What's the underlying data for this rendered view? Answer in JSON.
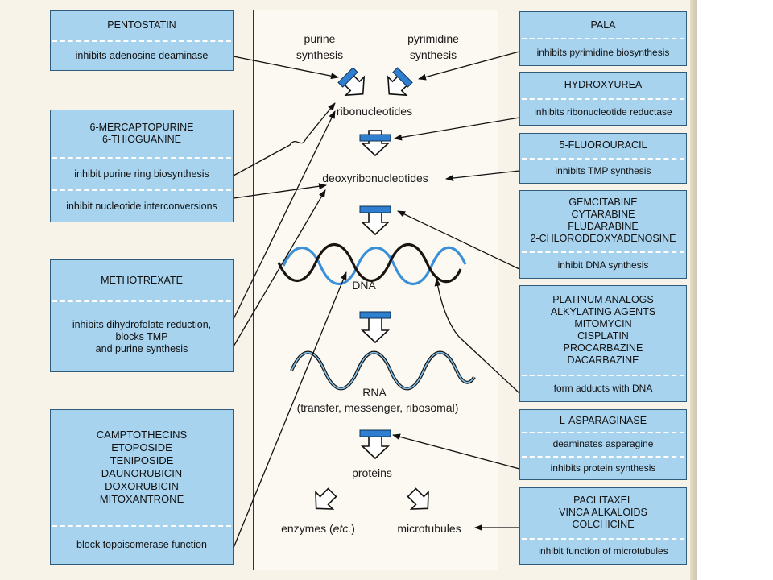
{
  "center_labels": {
    "purine": "purine\nsynthesis",
    "pyrimidine": "pyrimidine\nsynthesis",
    "ribonucleotides": "ribonucleotides",
    "deoxyribonucleotides": "deoxyribonucleotides",
    "dna": "DNA",
    "rna": "RNA",
    "rna_sub": "(transfer, messenger, ribosomal)",
    "proteins": "proteins",
    "enzymes": "enzymes (",
    "etc": "etc.",
    "enzymes_close": ")",
    "microtubules": "microtubules"
  },
  "boxes": {
    "pentostatin": {
      "drugs": [
        "PENTOSTATIN"
      ],
      "actions": [
        "inhibits adenosine deaminase"
      ]
    },
    "mercaptopurine": {
      "drugs": [
        "6-MERCAPTOPURINE",
        "6-THIOGUANINE"
      ],
      "actions": [
        "inhibit purine ring biosynthesis",
        "inhibit nucleotide interconversions"
      ]
    },
    "methotrexate": {
      "drugs": [
        "METHOTREXATE"
      ],
      "actions": [
        "inhibits dihydrofolate reduction,\nblocks TMP\nand purine synthesis"
      ]
    },
    "camptothecins": {
      "drugs": [
        "CAMPTOTHECINS",
        "ETOPOSIDE",
        "TENIPOSIDE",
        "DAUNORUBICIN",
        "DOXORUBICIN",
        "MITOXANTRONE"
      ],
      "actions": [
        "block topoisomerase function"
      ]
    },
    "pala": {
      "drugs": [
        "PALA"
      ],
      "actions": [
        "inhibits pyrimidine biosynthesis"
      ]
    },
    "hydroxyurea": {
      "drugs": [
        "HYDROXYUREA"
      ],
      "actions": [
        "inhibits ribonucleotide reductase"
      ]
    },
    "fluorouracil": {
      "drugs": [
        "5-FLUOROURACIL"
      ],
      "actions": [
        "inhibits TMP synthesis"
      ]
    },
    "gemcitabine": {
      "drugs": [
        "GEMCITABINE",
        "CYTARABINE",
        "FLUDARABINE",
        "2-CHLORODEOXYADENOSINE"
      ],
      "actions": [
        "inhibit DNA synthesis"
      ]
    },
    "platinum": {
      "drugs": [
        "PLATINUM ANALOGS",
        "ALKYLATING AGENTS",
        "MITOMYCIN",
        "CISPLATIN",
        "PROCARBAZINE",
        "DACARBAZINE"
      ],
      "actions": [
        "form adducts with DNA"
      ]
    },
    "asparaginase": {
      "drugs": [
        "L-ASPARAGINASE"
      ],
      "actions": [
        "deaminates asparagine",
        "inhibits protein synthesis"
      ]
    },
    "paclitaxel": {
      "drugs": [
        "PACLITAXEL",
        "VINCA ALKALOIDS",
        "COLCHICINE"
      ],
      "actions": [
        "inhibit function of microtubules"
      ]
    }
  },
  "colors": {
    "box_fill": "#a7d3ef",
    "box_border": "#2f5b7d",
    "bar_blue": "#2f7fd0",
    "dna_blue": "#3a8fd8",
    "dna_dark": "#1a1410",
    "panel": "#f7f3e8"
  }
}
